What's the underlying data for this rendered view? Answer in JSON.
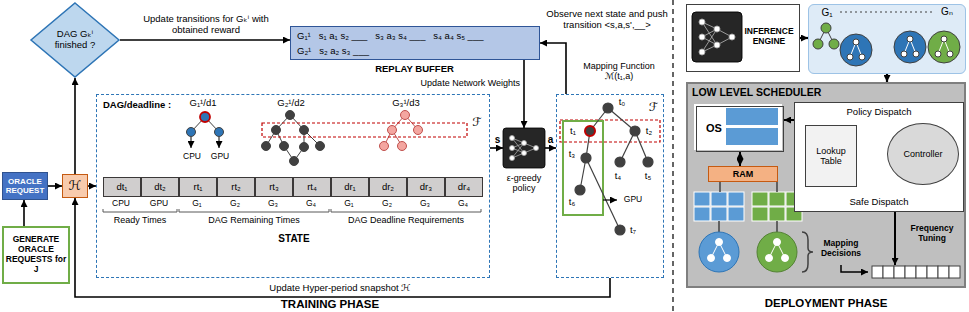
{
  "diagram": {
    "nodes": [
      {
        "text": [
          "DAG Gₖⁱ finished ?"
        ]
      },
      {
        "text": [
          "G₁¹   s₁ a₁ s₂ ___   s₃ a₃ s₄ ___   s₄ a₄ s₅ ___",
          "G₂¹   s₂ a₂ s₃ ___",
          "REPLAY BUFFER"
        ]
      },
      {
        "text": [
          "ORACLE REQUEST"
        ]
      },
      {
        "text": [
          "ℋ"
        ]
      },
      {
        "text": [
          "GENERATE ORACLE REQUESTS for J"
        ]
      },
      {
        "text": [
          "DAG/deadline :",
          "G₁¹/d1",
          "CPU",
          "GPU",
          "G₂¹/d2",
          "G₃¹/d3",
          "ℱ",
          "STATE"
        ]
      },
      {
        "text": [
          "dt₁"
        ],
        "in": 5
      },
      {
        "text": [
          "dt₂"
        ],
        "in": 5
      },
      {
        "text": [
          "rt₁"
        ],
        "in": 5
      },
      {
        "text": [
          "rt₂"
        ],
        "in": 5
      },
      {
        "text": [
          "rt₃"
        ],
        "in": 5
      },
      {
        "text": [
          "rt₄"
        ],
        "in": 5
      },
      {
        "text": [
          "dr₁"
        ],
        "in": 5
      },
      {
        "text": [
          "dr₂"
        ],
        "in": 5
      },
      {
        "text": [
          "dr₃"
        ],
        "in": 5
      },
      {
        "text": [
          "dr₄"
        ],
        "in": 5
      },
      {
        "text": [
          "ε-greedy policy"
        ]
      },
      {
        "text": [
          "t₀",
          "ℱ",
          "t₁",
          "t₂",
          "t₃",
          "t₄",
          "t₅",
          "t₆",
          "t₇",
          "GPU"
        ]
      },
      {
        "text": [
          "INFERENCE ENGINE"
        ]
      },
      {
        "text": [
          "G₁",
          "Gₙ"
        ]
      },
      {
        "text": [
          "LOW LEVEL SCHEDULER"
        ]
      },
      {
        "text": [
          "OS"
        ],
        "in": 20
      },
      {
        "text": [
          "Policy Dispatch",
          "Safe Dispatch"
        ],
        "in": 20
      },
      {
        "text": [
          "Lookup Table"
        ],
        "in": 22
      },
      {
        "text": [
          "Controller"
        ],
        "in": 22
      },
      {
        "text": [
          "RAM"
        ],
        "in": 20
      }
    ],
    "edges": [
      {
        "from": 2,
        "to": 3,
        "arrow": "to"
      },
      {
        "from": 4,
        "to": 2,
        "arrow": "to"
      },
      {
        "from": 3,
        "to": 5,
        "arrow": "to"
      },
      {
        "from": 3,
        "to": 0,
        "arrow": "to"
      },
      {
        "from": 0,
        "to": 1,
        "label": "Update transitions for Gₖⁱ with obtained reward",
        "arrow": "to"
      },
      {
        "from": 1,
        "to": 16,
        "label": "Update Network Weights",
        "arrow": "to"
      },
      {
        "from": 5,
        "to": 16,
        "label": "s",
        "arrow": "to"
      },
      {
        "from": 16,
        "to": 17,
        "label": "a",
        "arrow": "to"
      },
      {
        "from": 17,
        "to": 1,
        "label": "Observe next state and push transition <s,a,s',__>",
        "arrow": "to"
      },
      {
        "from": 17,
        "to": 3,
        "label": "Update Hyper-period snapshot ℋ",
        "arrow": "to"
      },
      {
        "from": 18,
        "to": 19,
        "arrow": "to"
      },
      {
        "from": 19,
        "to": 20,
        "arrow": "to"
      },
      {
        "from": 22,
        "to": 21,
        "arrow": "to"
      },
      {
        "from": 21,
        "to": 25,
        "arrow": "both"
      }
    ],
    "labels": [
      "CPU",
      "GPU",
      "G₁",
      "G₂",
      "G₃",
      "G₄",
      "G₁",
      "G₂",
      "G₃",
      "G₄",
      "Ready Times",
      "DAG Remaining Times",
      "DAG Deadline Requirements",
      "Mapping Function ℳ(t₁,a)",
      "Mapping Decisions",
      "Frequency Tuning",
      "TRAINING PHASE",
      "DEPLOYMENT PHASE"
    ]
  }
}
